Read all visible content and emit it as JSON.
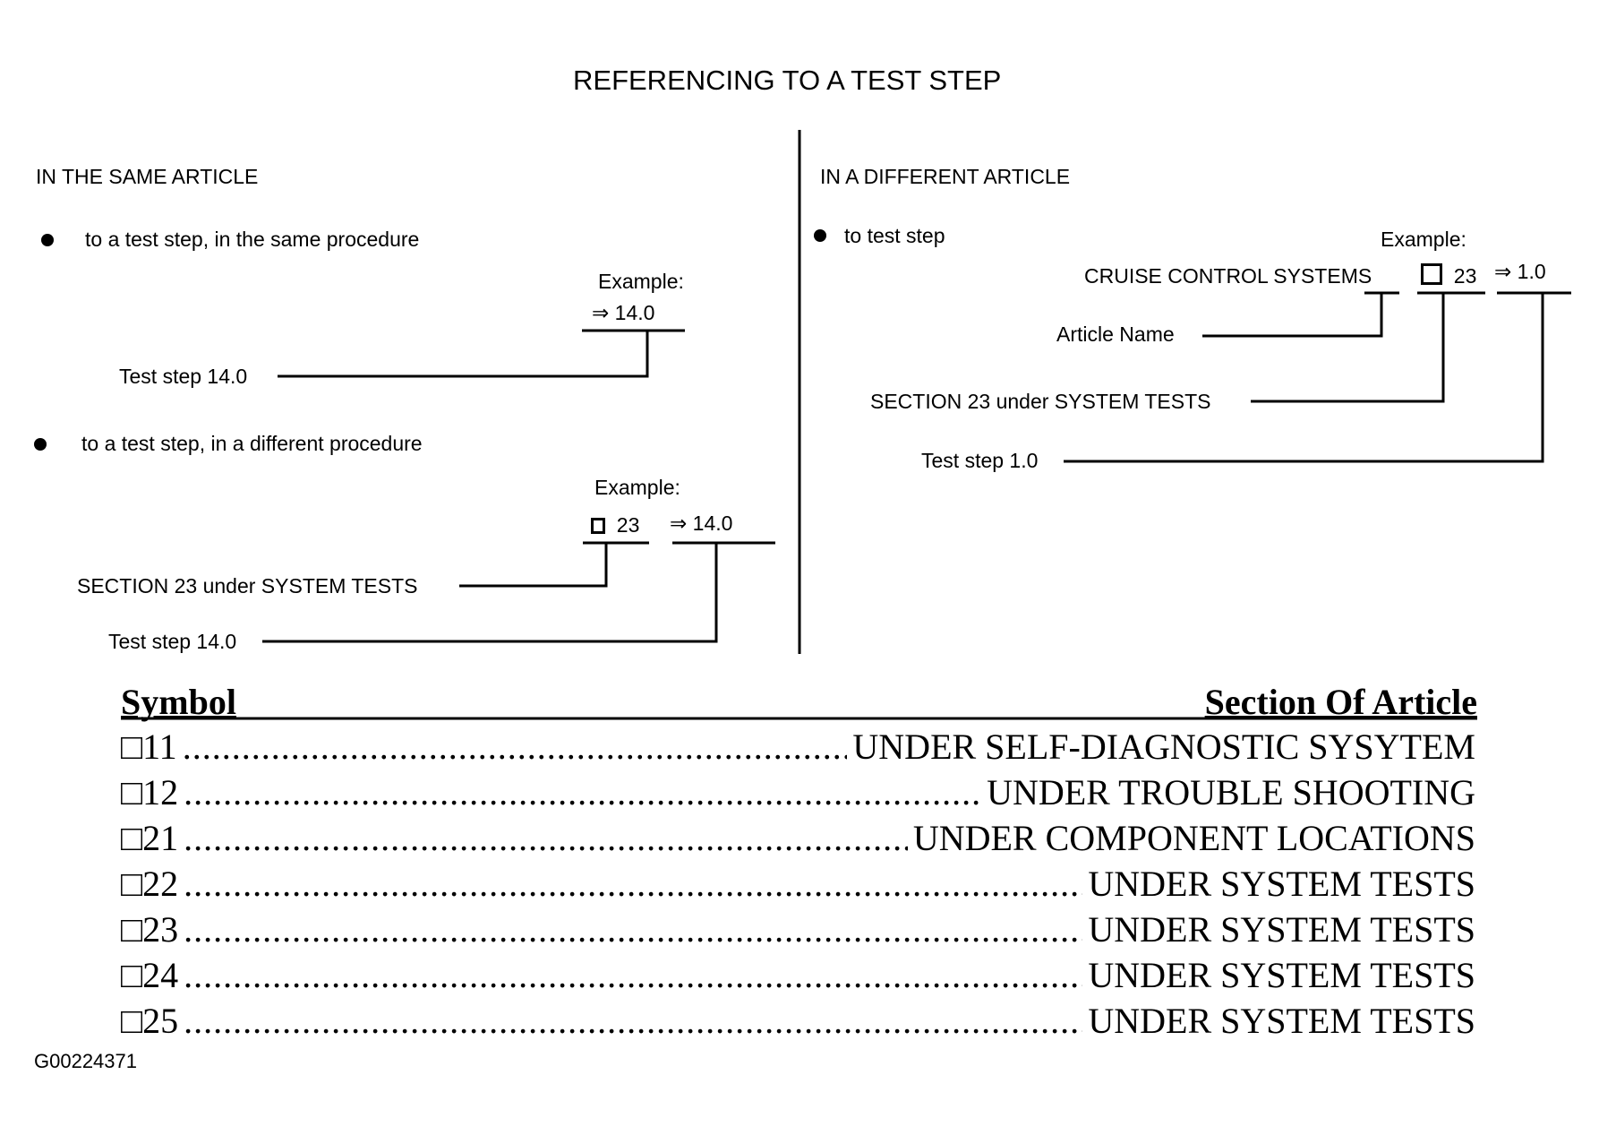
{
  "title": "REFERENCING TO A TEST STEP",
  "left": {
    "heading": "IN THE SAME ARTICLE",
    "bullet1": "to a test step,  in the same procedure",
    "ex1_label": "Example:",
    "ex1_value": "⇒ 14.0",
    "ex1_callout": "Test step 14.0",
    "bullet2": "to a test step, in a different procedure",
    "ex2_label": "Example:",
    "ex2_section": "23",
    "ex2_step": "⇒ 14.0",
    "ex2_callout_section": "SECTION 23 under SYSTEM TESTS",
    "ex2_callout_step": "Test step 14.0"
  },
  "right": {
    "heading": "IN A DIFFERENT ARTICLE",
    "bullet1": "to test step",
    "ex_label": "Example:",
    "ex_article": "CRUISE CONTROL SYSTEMS",
    "ex_section": "23",
    "ex_step": "⇒ 1.0",
    "callout_article": "Article Name",
    "callout_section": "SECTION 23 under SYSTEM TESTS",
    "callout_step": "Test step 1.0"
  },
  "table": {
    "header_symbol": "Symbol",
    "header_section": "Section Of Article",
    "rows": [
      {
        "symbol": "□11",
        "section": "UNDER SELF-DIAGNOSTIC SYSYTEM"
      },
      {
        "symbol": "□12",
        "section": "UNDER TROUBLE SHOOTING"
      },
      {
        "symbol": "□21",
        "section": "UNDER COMPONENT LOCATIONS"
      },
      {
        "symbol": "□22",
        "section": "UNDER SYSTEM TESTS"
      },
      {
        "symbol": "□23",
        "section": "UNDER SYSTEM TESTS"
      },
      {
        "symbol": "□24",
        "section": "UNDER SYSTEM TESTS"
      },
      {
        "symbol": "□25",
        "section": "UNDER SYSTEM TESTS"
      }
    ]
  },
  "figure_id": "G00224371"
}
